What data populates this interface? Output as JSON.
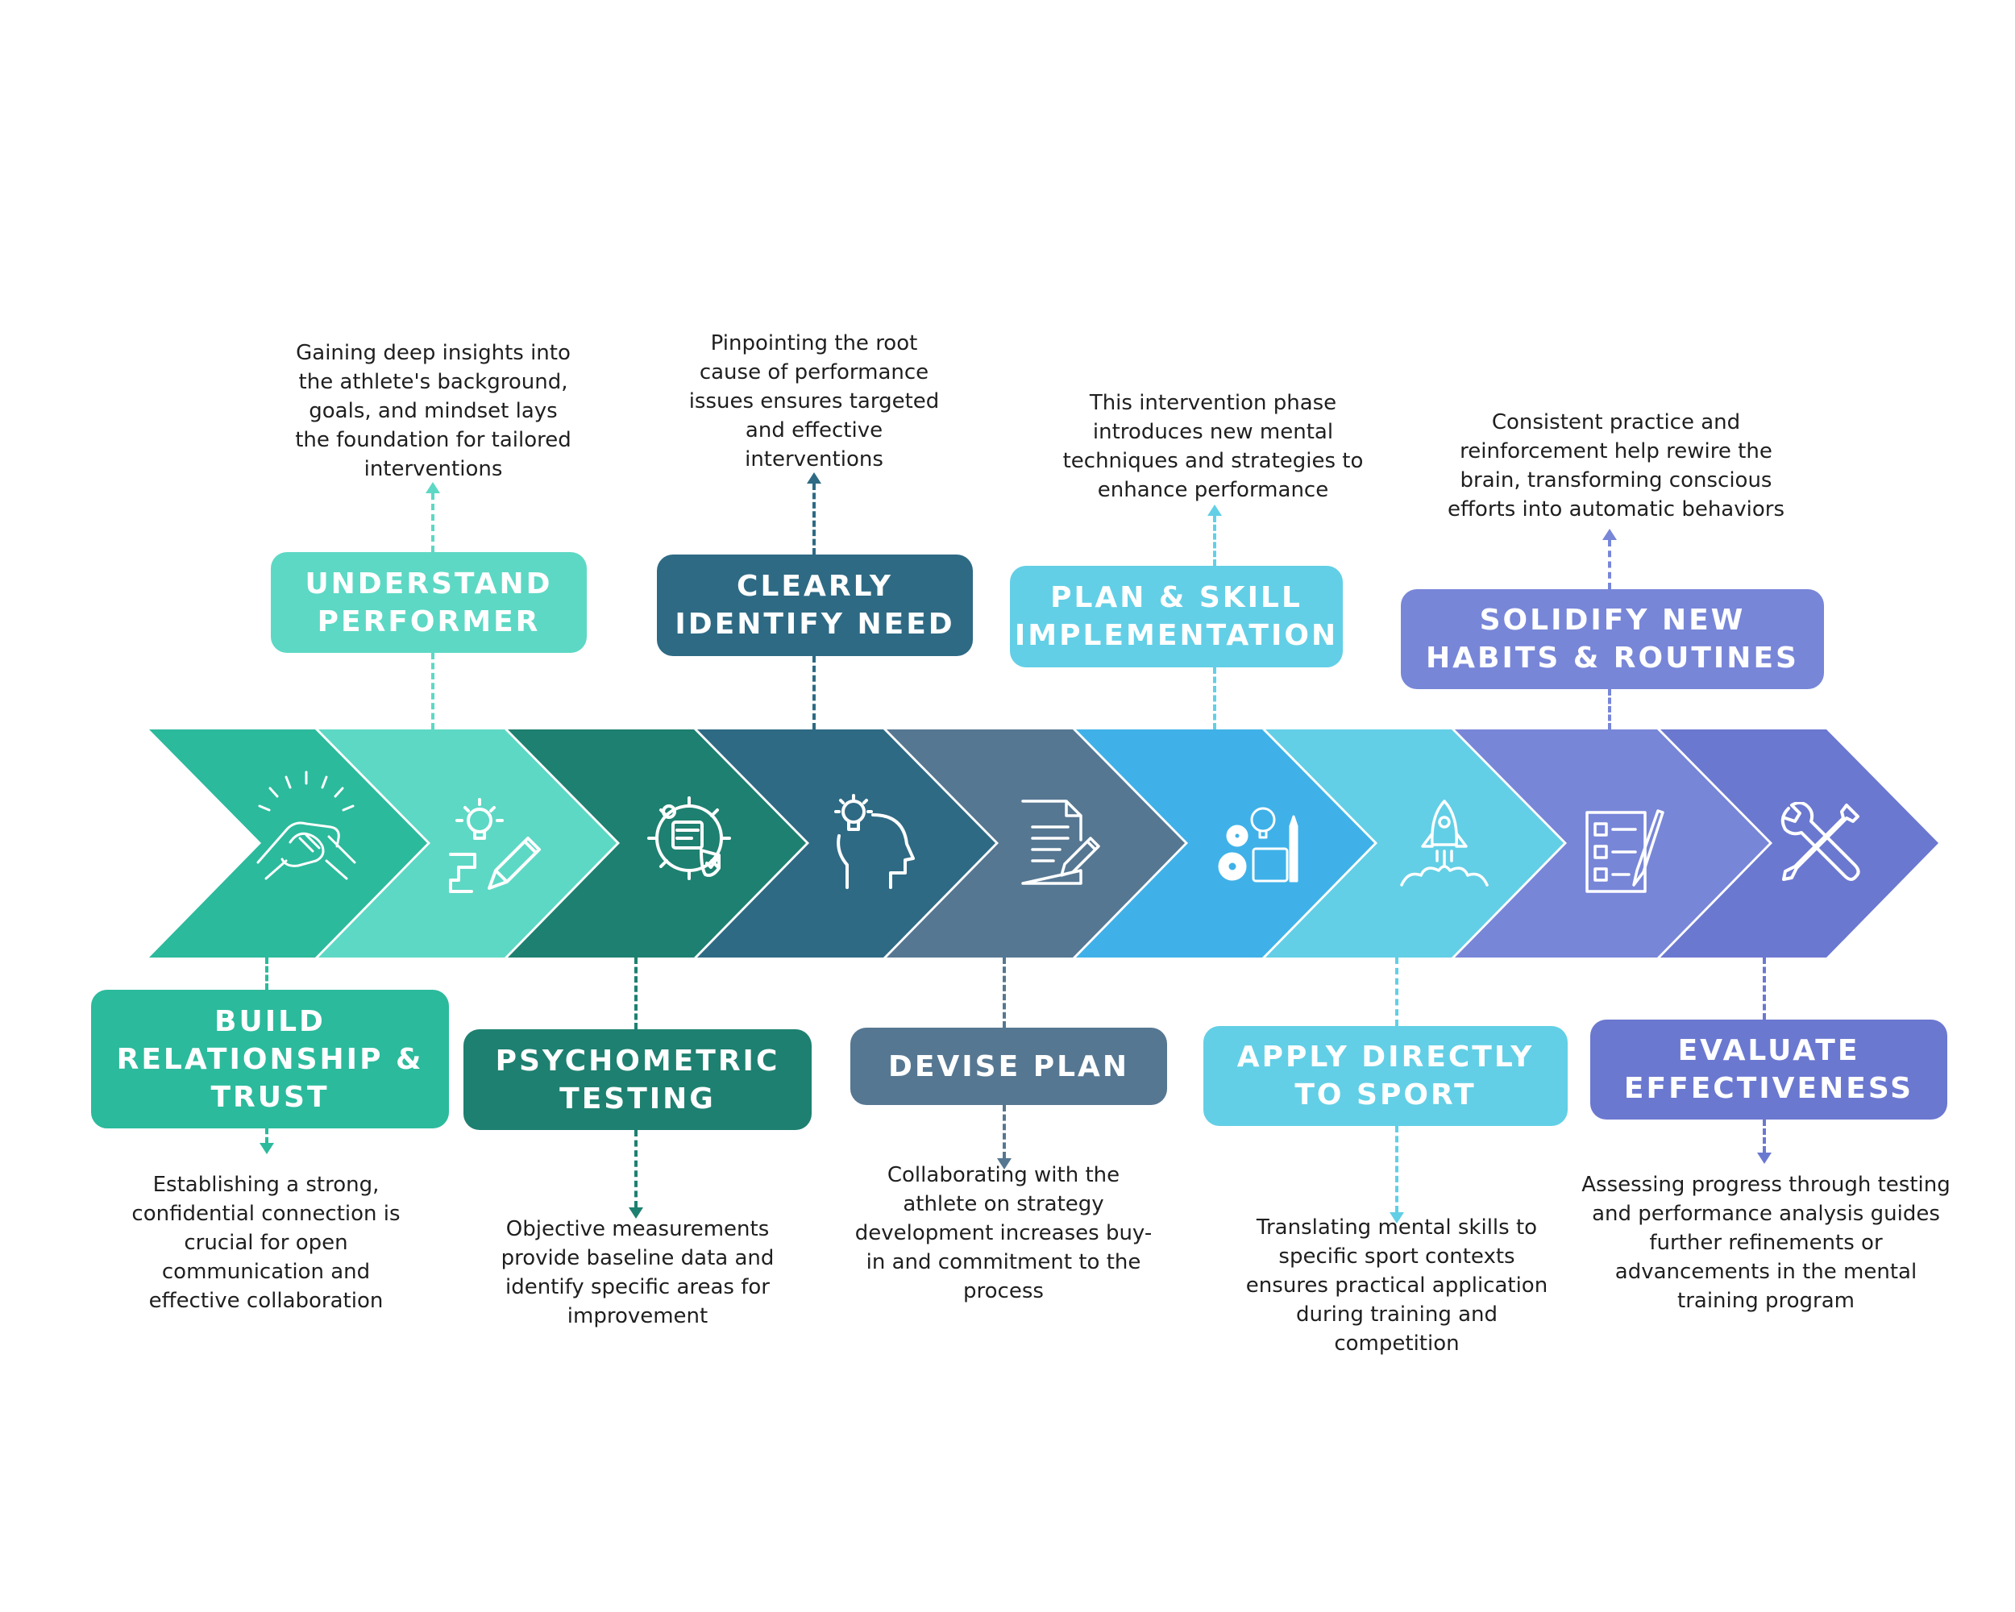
{
  "steps": [
    {
      "title": "BUILD RELATIONSHIP & TRUST",
      "description": "Establishing a strong, confidential connection is crucial for open communication and effective collaboration",
      "color": "#2bba9c",
      "icon": "handshake-icon"
    },
    {
      "title": "UNDERSTAND PERFORMER",
      "description": "Gaining deep insights into the athlete's background, goals, and mindset lays the foundation for tailored interventions",
      "color": "#5dd8c4",
      "icon": "lightbulb-pencil-icon"
    },
    {
      "title": "PSYCHOMETRIC TESTING",
      "description": "Objective measurements provide baseline data and identify specific areas for improvement",
      "color": "#1e8070",
      "icon": "analysis-gear-icon"
    },
    {
      "title": "CLEARLY IDENTIFY NEED",
      "description": "Pinpointing the root cause of performance issues ensures targeted and effective interventions",
      "color": "#2e6a84",
      "icon": "head-idea-icon"
    },
    {
      "title": "DEVISE PLAN",
      "description": "Collaborating with the athlete on strategy development increases buy-in and commitment to the process",
      "color": "#567792",
      "icon": "document-edit-icon"
    },
    {
      "title": "PLAN & SKILL IMPLEMENTATION",
      "description": "This intervention phase introduces new mental techniques and strategies to enhance performance",
      "color": "#62cfe6",
      "icon": "gears-tools-icon"
    },
    {
      "title": "APPLY DIRECTLY TO SPORT",
      "description": "Translating mental skills to specific sport contexts ensures practical application during training and competition",
      "color": "#62cfe6",
      "icon": "rocket-icon"
    },
    {
      "title": "SOLIDIFY NEW HABITS & ROUTINES",
      "description": "Consistent practice and reinforcement help rewire the brain, transforming conscious efforts into automatic behaviors",
      "color": "#7886d8",
      "icon": "checklist-icon"
    },
    {
      "title": "EVALUATE EFFECTIVENESS",
      "description": "Assessing progress through testing and performance analysis guides further refinements or advancements in the mental training program",
      "color": "#6b78d0",
      "icon": "tools-icon"
    }
  ],
  "band_colors": [
    "#2bba9c",
    "#5dd8c4",
    "#1e8070",
    "#2e6a84",
    "#567792",
    "#3fb1e8",
    "#62cfe6",
    "#7886d8",
    "#6b78d0"
  ]
}
